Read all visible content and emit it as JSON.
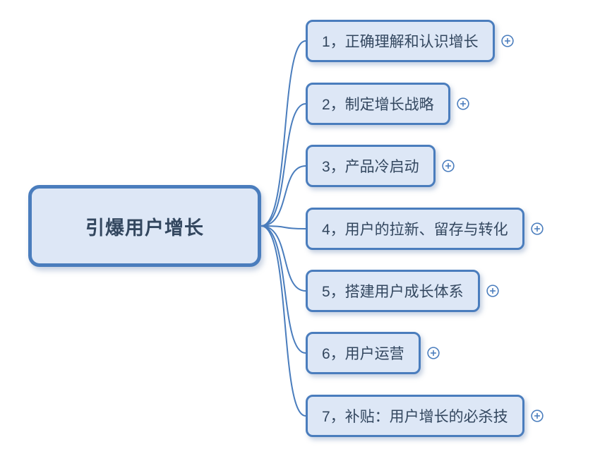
{
  "root": {
    "label": "引爆用户增长"
  },
  "nodes": [
    {
      "label": "1，正确理解和认识增长"
    },
    {
      "label": "2，制定增长战略"
    },
    {
      "label": "3，产品冷启动"
    },
    {
      "label": "4，用户的拉新、留存与转化"
    },
    {
      "label": "5，搭建用户成长体系"
    },
    {
      "label": "6，用户运营"
    },
    {
      "label": "7，补贴：用户增长的必杀技"
    }
  ],
  "icons": {
    "expand": "plus-in-circle"
  },
  "colors": {
    "node_border": "#4a7dbd",
    "node_fill": "#dde7f6",
    "text": "#33475f",
    "connector": "#4a7dbd",
    "icon": "#4a7dbd",
    "background": "#ffffff"
  }
}
